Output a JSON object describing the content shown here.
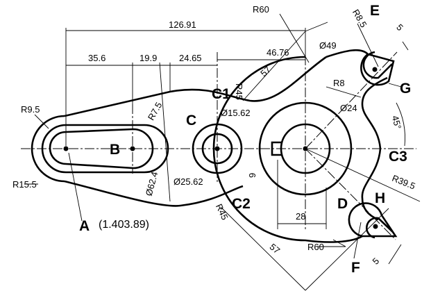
{
  "labels": {
    "A": "A",
    "A_coord": "(1.403.89)",
    "B": "B",
    "C": "C",
    "C1": "C1",
    "C2": "C2",
    "C3": "C3",
    "D": "D",
    "E": "E",
    "F": "F",
    "G": "G",
    "H": "H"
  },
  "dimensions": {
    "overall_width": "126.91",
    "d_35_6": "35.6",
    "d_19_9": "19.9",
    "d_24_65": "24.65",
    "d_46_76": "46.76",
    "d_57_top": "57",
    "d_57_bottom": "57",
    "d_28": "28",
    "d_9": "9",
    "d_5_top": "5",
    "d_5_bottom": "5",
    "angle_45": "45°",
    "r9_5": "R9.5",
    "r15_5": "R15.5",
    "r7_5": "R7.5",
    "r45_top": "R45",
    "r45_bottom": "R45",
    "r60_top": "R60",
    "r60_bottom": "R60",
    "r8_5": "R8.5",
    "r8": "R8",
    "r39_5": "R39.5",
    "dia_49": "Ø49",
    "dia_24": "Ø24",
    "dia_15_62": "Ø15.62",
    "dia_25_62": "Ø25.62",
    "dia_62_4": "Ø62.4"
  }
}
